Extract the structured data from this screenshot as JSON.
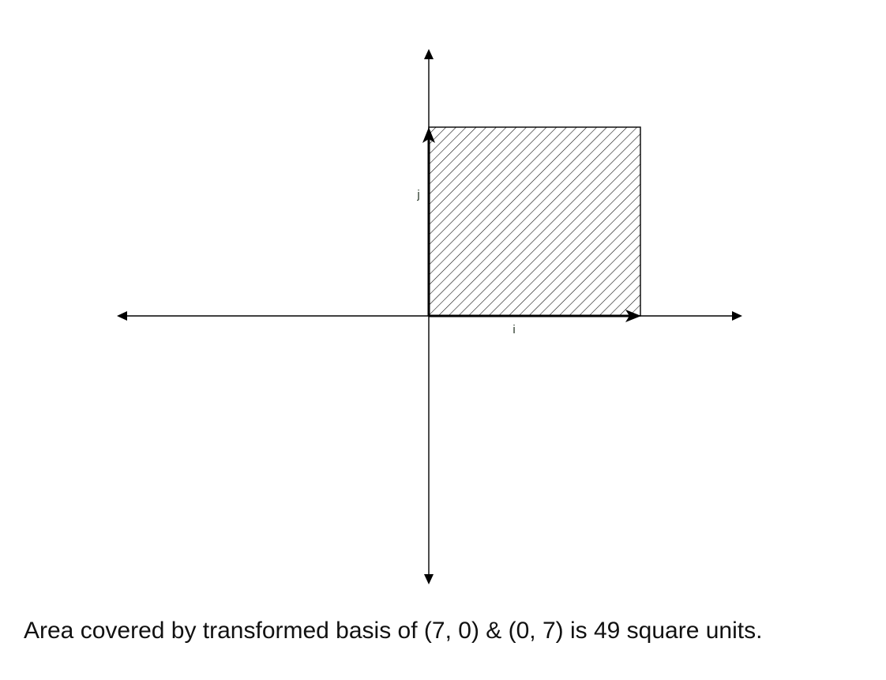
{
  "diagram": {
    "basis_i": {
      "label": "i",
      "vector": [
        7,
        0
      ]
    },
    "basis_j": {
      "label": "j",
      "vector": [
        0,
        7
      ]
    },
    "fill_pattern": "diagonal-hatch",
    "colors": {
      "axis": "#000000",
      "hatch": "#000000",
      "label": "#2b3a2b",
      "background": "#ffffff"
    }
  },
  "caption": "Area covered by transformed basis of (7, 0) & (0, 7) is 49 square units."
}
